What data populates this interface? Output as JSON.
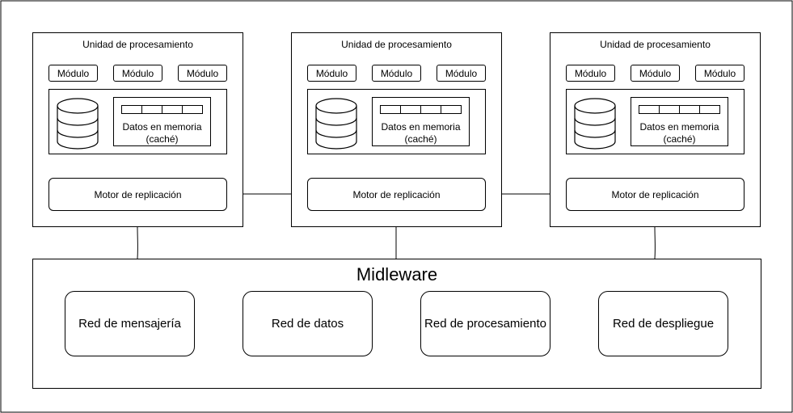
{
  "diagram": {
    "units": [
      {
        "title": "Unidad de procesamiento",
        "modules": [
          "Módulo",
          "Módulo",
          "Módulo"
        ],
        "cache_label": "Datos en memoria",
        "cache_sublabel": "(caché)",
        "replication_label": "Motor de replicación"
      },
      {
        "title": "Unidad de procesamiento",
        "modules": [
          "Módulo",
          "Módulo",
          "Módulo"
        ],
        "cache_label": "Datos en memoria",
        "cache_sublabel": "(caché)",
        "replication_label": "Motor de replicación"
      },
      {
        "title": "Unidad de procesamiento",
        "modules": [
          "Módulo",
          "Módulo",
          "Módulo"
        ],
        "cache_label": "Datos en memoria",
        "cache_sublabel": "(caché)",
        "replication_label": "Motor de replicación"
      }
    ],
    "middleware": {
      "title": "Midleware",
      "networks": [
        "Red de mensajería",
        "Red de datos",
        "Red de procesamiento",
        "Red de despliegue"
      ]
    }
  }
}
